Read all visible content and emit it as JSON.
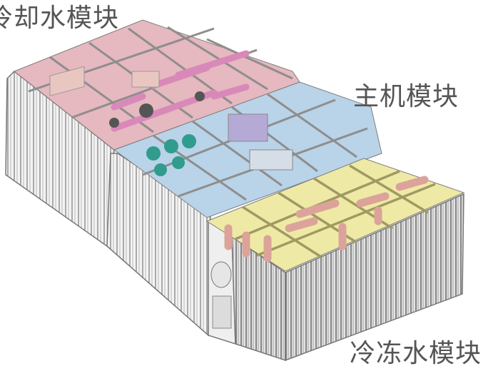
{
  "labels": {
    "cooling_water_module": "冷却水模块",
    "host_module": "主机模块",
    "chilled_water_module": "冷冻水模块"
  },
  "colors": {
    "cooling_module_tint": "#e6b8bf",
    "host_module_tint": "#b9d3e8",
    "chilled_module_tint": "#eeeaa6",
    "pipe_pink": "#d889b9",
    "pipe_salmon": "#dca39a",
    "pump_teal": "#2f9c8e",
    "frame_gray": "#7d7d7d",
    "wall_light": "#e9e9e9",
    "label_text": "#555555"
  }
}
